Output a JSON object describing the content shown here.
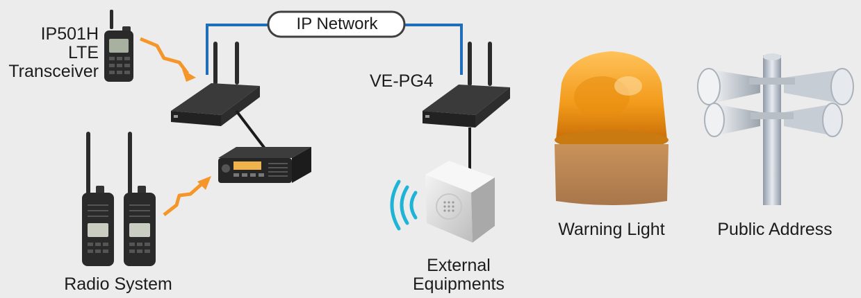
{
  "network": {
    "label": "IP Network"
  },
  "devices": {
    "transceiver": {
      "lines": [
        "IP501H",
        "LTE",
        "Transceiver"
      ]
    },
    "gateway_right": {
      "label": "VE-PG4"
    },
    "radio_system": {
      "label": "Radio System"
    },
    "external": {
      "lines": [
        "External",
        "Equipments"
      ]
    },
    "warning_light": {
      "label": "Warning Light"
    },
    "public_address": {
      "label": "Public Address"
    }
  },
  "colors": {
    "background": "#ececec",
    "network_line": "#1e6fb8",
    "signal_arrow": "#f5962a",
    "warning_light": "#f29a1a",
    "speaker_wave": "#1fb3d6",
    "device_dark": "#2b2b2b"
  },
  "icons": [
    "signal-arrow-icon",
    "sound-wave-icon",
    "antenna-icon"
  ]
}
